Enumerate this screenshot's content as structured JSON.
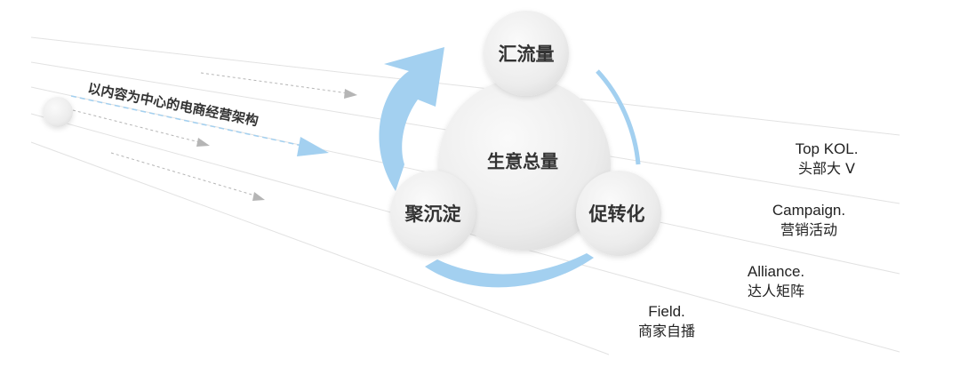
{
  "title": "以内容为中心的电商经营架构",
  "center": {
    "label": "生意总量"
  },
  "satellites": {
    "top": "汇流量",
    "left": "聚沉淀",
    "right": "促转化"
  },
  "channels": [
    {
      "en": "Top KOL.",
      "cn": "头部大 V"
    },
    {
      "en": "Campaign.",
      "cn": "营销活动"
    },
    {
      "en": "Alliance.",
      "cn": "达人矩阵"
    },
    {
      "en": "Field.",
      "cn": "商家自播"
    }
  ],
  "colors": {
    "accent": "#a3d0f0",
    "line": "#e0e0e0",
    "arrow_gray": "#b5b5b5",
    "text": "#333333"
  }
}
